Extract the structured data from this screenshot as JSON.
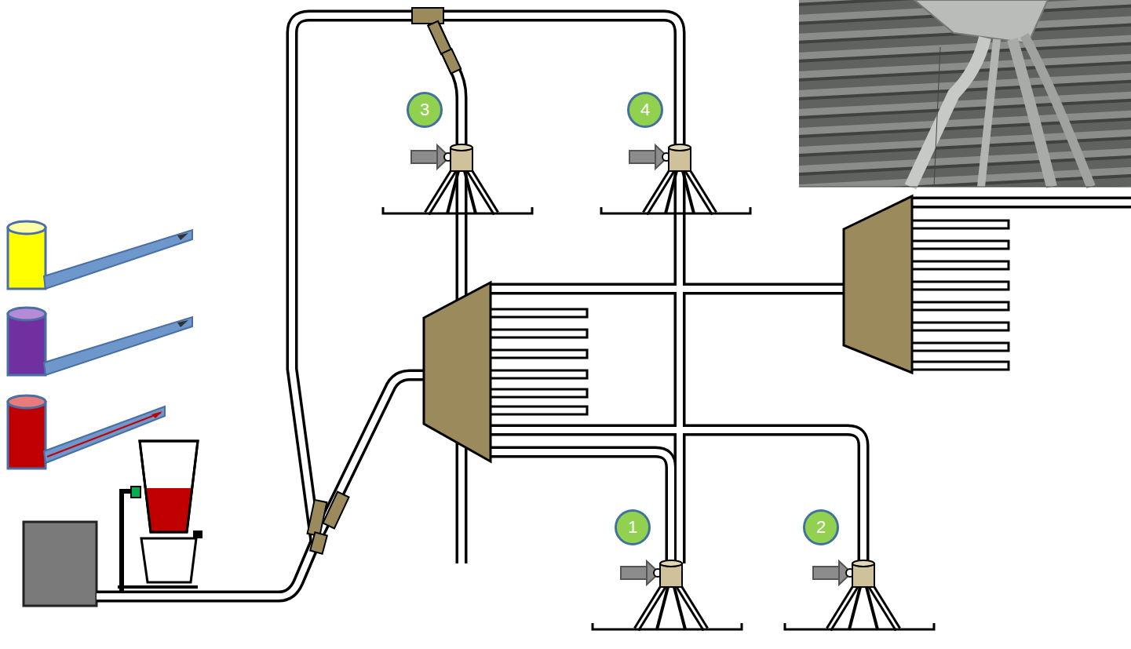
{
  "diagram": {
    "nodes": [
      {
        "text": [
          "3"
        ]
      },
      {
        "text": [
          "4"
        ]
      },
      {
        "text": [
          "1"
        ]
      },
      {
        "text": [
          "2"
        ]
      }
    ]
  }
}
